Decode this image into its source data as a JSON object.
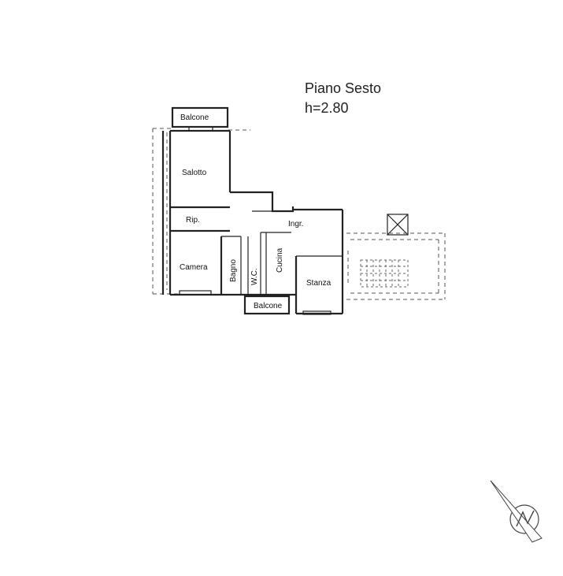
{
  "title": {
    "floor": "Piano Sesto",
    "height": "h=2.80"
  },
  "rooms": {
    "balcone_top": "Balcone",
    "salotto": "Salotto",
    "rip": "Rip.",
    "ingr": "Ingr.",
    "camera": "Camera",
    "bagno": "Bagno",
    "wc": "W.C.",
    "cucina": "Cucina",
    "stanza": "Stanza",
    "balcone_bottom": "Balcone"
  },
  "icons": {
    "north_arrow": "north-arrow-icon",
    "stair": "stair-icon",
    "lift": "lift-shaft-icon"
  }
}
